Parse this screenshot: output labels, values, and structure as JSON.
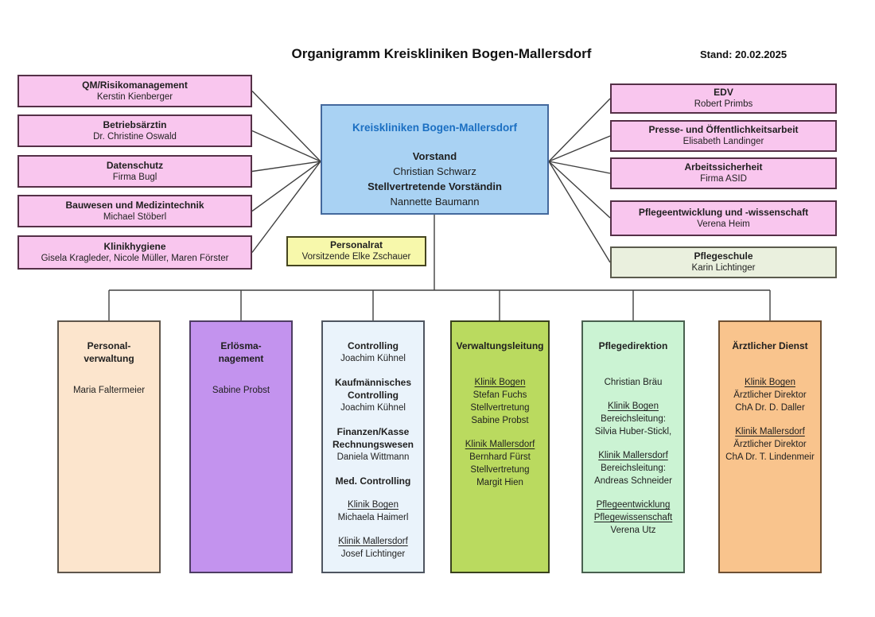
{
  "header": {
    "title": "Organigramm Kreiskliniken Bogen-Mallersdorf",
    "stand": "Stand: 20.02.2025"
  },
  "colors": {
    "staff_box_pink": "#f9c6ee",
    "center_box_blue": "#a9d2f3",
    "center_title_blue": "#1b6fc2",
    "personalrat_yellow": "#f7f8ab",
    "pflegeschule_sage": "#eaf0de",
    "personalverwaltung_peach": "#fce5cd",
    "erloesmanagement_purple": "#c393ee",
    "controlling_lightblue": "#eaf3fb",
    "verwaltungsleitung_green": "#bada5f",
    "pflegedirektion_mint": "#cbf3d3",
    "aerztlicher_dienst_orange": "#f9c48d",
    "connector_line": "#404040"
  },
  "center_box": {
    "org": "Kreiskliniken Bogen-Mallersdorf",
    "role1": "Vorstand",
    "name1": "Christian Schwarz",
    "role2": "Stellvertretende Vorständin",
    "name2": "Nannette Baumann"
  },
  "personalrat": {
    "title": "Personalrat",
    "name": "Vorsitzende Elke Zschauer"
  },
  "left_boxes": [
    {
      "title": "QM/Risikomanagement",
      "name": "Kerstin Kienberger"
    },
    {
      "title": "Betriebsärztin",
      "name": "Dr. Christine Oswald"
    },
    {
      "title": "Datenschutz",
      "name": "Firma Bugl"
    },
    {
      "title": "Bauwesen und Medizintechnik",
      "name": "Michael Stöberl"
    },
    {
      "title": "Klinikhygiene",
      "name": "Gisela Kragleder, Nicole Müller, Maren Förster"
    }
  ],
  "right_boxes": [
    {
      "title": "EDV",
      "name": "Robert Primbs"
    },
    {
      "title": "Presse- und Öffentlichkeitsarbeit",
      "name": "Elisabeth Landinger"
    },
    {
      "title": "Arbeitssicherheit",
      "name": "Firma ASID"
    },
    {
      "title": "Pflegeentwicklung und -wissenschaft",
      "name": "Verena Heim"
    },
    {
      "title": "Pflegeschule",
      "name": "Karin Lichtinger"
    }
  ],
  "bottom_boxes": [
    {
      "lines": [
        "Personal-",
        "verwaltung",
        "Maria Faltermeier"
      ]
    },
    {
      "lines": [
        "Erlösma-",
        "nagement",
        "Sabine Probst"
      ]
    },
    {
      "lines": [
        "Controlling",
        "Joachim Kühnel",
        "Kaufmännisches",
        "Controlling",
        "Joachim Kühnel",
        "Finanzen/Kasse",
        "Rechnungswesen",
        "Daniela Wittmann",
        "Med. Controlling",
        "Klinik Bogen",
        "Michaela Haimerl",
        "Klinik Mallersdorf",
        "Josef Lichtinger"
      ]
    },
    {
      "lines": [
        "Verwaltungsleitung",
        "Klinik Bogen",
        "Stefan Fuchs",
        "Stellvertretung",
        "Sabine Probst",
        "Klinik Mallersdorf",
        "Bernhard Fürst",
        "Stellvertretung",
        "Margit Hien"
      ]
    },
    {
      "lines": [
        "Pflegedirektion",
        "Christian Bräu",
        "Klinik Bogen",
        "Bereichsleitung:",
        "Silvia Huber-Stickl,",
        "Klinik Mallersdorf",
        "Bereichsleitung:",
        "Andreas Schneider",
        "Pflegeentwicklung",
        "Pflegewissenschaft",
        "Verena Utz"
      ]
    },
    {
      "lines": [
        "Ärztlicher Dienst",
        "Klinik Bogen",
        "Ärztlicher Direktor",
        "ChA Dr. D. Daller",
        "Klinik Mallersdorf",
        "Ärztlicher Direktor",
        "ChA Dr. T. Lindenmeir"
      ]
    }
  ]
}
